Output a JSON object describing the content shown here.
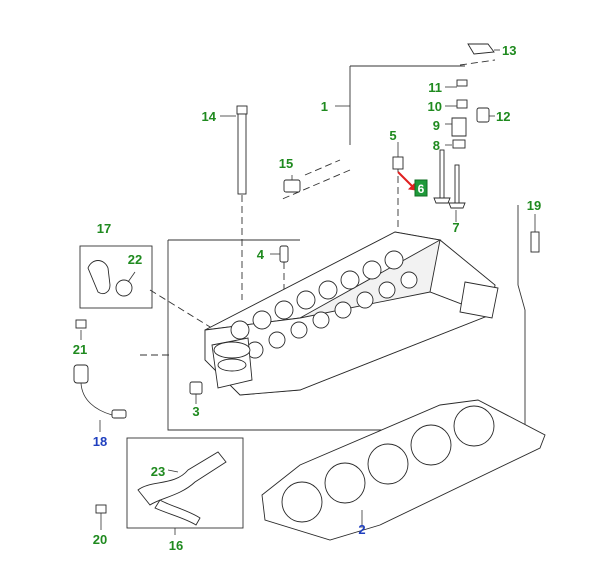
{
  "colors": {
    "callout_green": "#1f8a1f",
    "callout_blue": "#1f3fbf",
    "highlight_box": "#1f9a3a",
    "arrow_red": "#e02020",
    "line": "#333333"
  },
  "callouts": {
    "c1": "1",
    "c2": "2",
    "c3": "3",
    "c4": "4",
    "c5": "5",
    "c6": "6",
    "c7": "7",
    "c8": "8",
    "c9": "9",
    "c10": "10",
    "c11": "11",
    "c12": "12",
    "c13": "13",
    "c14": "14",
    "c15": "15",
    "c16": "16",
    "c17": "17",
    "c18": "18",
    "c19": "19",
    "c20": "20",
    "c21": "21",
    "c22": "22",
    "c23": "23"
  },
  "callout_colors": {
    "c2": "blue",
    "c18": "blue"
  },
  "highlight": {
    "label": "6",
    "icon": "red-arrow-icon"
  }
}
